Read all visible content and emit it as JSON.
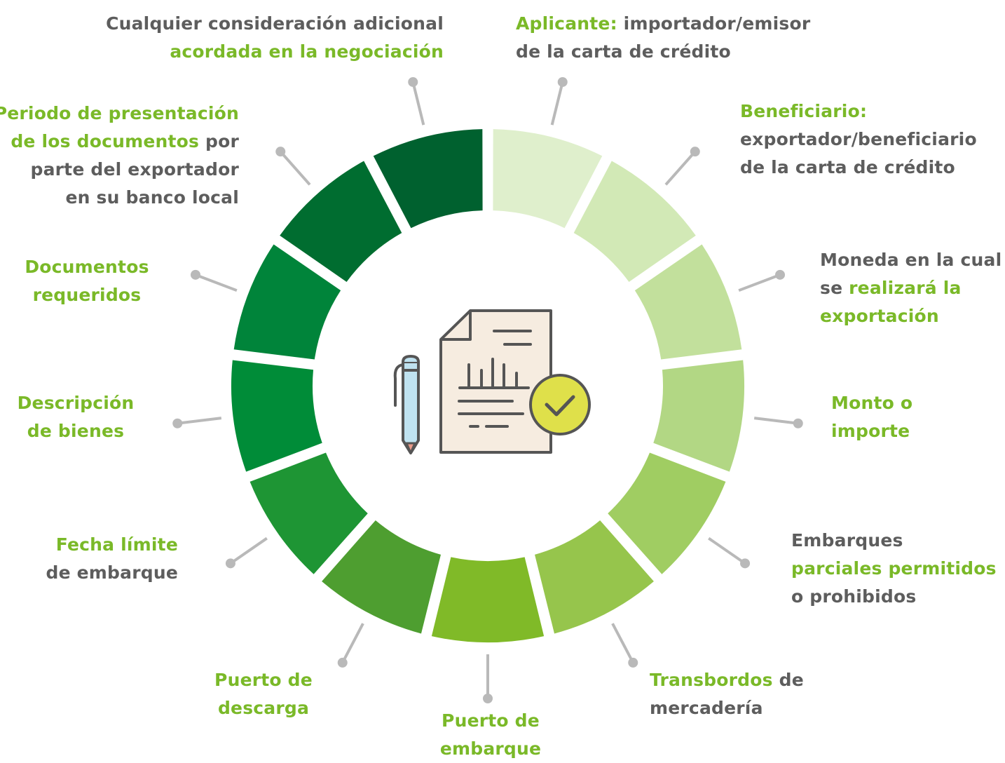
{
  "colors": {
    "label_gray": "#5d5d5d",
    "label_green": "#7ab928",
    "connector": "#b9b9b9",
    "doc_fill": "#f6ece0",
    "doc_stroke": "#555555",
    "pen_fill": "#bfe2f0",
    "pen_tip": "#e79a8a",
    "check_fill": "#dfe04a"
  },
  "segments": [
    {
      "name": "aplicante",
      "color": "#dfefcc"
    },
    {
      "name": "beneficiario",
      "color": "#d2e9b6"
    },
    {
      "name": "moneda",
      "color": "#c2e09c"
    },
    {
      "name": "monto",
      "color": "#b2d784"
    },
    {
      "name": "embarques",
      "color": "#a0cd62"
    },
    {
      "name": "transbordos",
      "color": "#96c54c"
    },
    {
      "name": "puerto-embarque",
      "color": "#80ba28"
    },
    {
      "name": "puerto-descarga",
      "color": "#4e9e30"
    },
    {
      "name": "fecha-limite",
      "color": "#1e9534"
    },
    {
      "name": "descripcion",
      "color": "#008c38"
    },
    {
      "name": "documentos",
      "color": "#00843a"
    },
    {
      "name": "periodo",
      "color": "#006d30"
    },
    {
      "name": "consideracion",
      "color": "#00612f"
    }
  ],
  "center_icon": "document-check-pen-icon",
  "labels": {
    "aplicante": [
      [
        {
          "t": "Aplicante:",
          "g": true
        },
        {
          "t": " importador/emisor",
          "g": false
        }
      ],
      [
        {
          "t": "de la carta de crédito",
          "g": false
        }
      ]
    ],
    "beneficiario": [
      [
        {
          "t": "Beneficiario:",
          "g": true
        }
      ],
      [
        {
          "t": "exportador/beneficiario",
          "g": false
        }
      ],
      [
        {
          "t": "de la carta de crédito",
          "g": false
        }
      ]
    ],
    "moneda": [
      [
        {
          "t": "Moneda en la cual",
          "g": false
        }
      ],
      [
        {
          "t": "se ",
          "g": false
        },
        {
          "t": "realizará la",
          "g": true
        }
      ],
      [
        {
          "t": "exportación",
          "g": true
        }
      ]
    ],
    "monto": [
      [
        {
          "t": "Monto o",
          "g": true
        }
      ],
      [
        {
          "t": "importe",
          "g": true
        }
      ]
    ],
    "embarques": [
      [
        {
          "t": "Embarques",
          "g": false
        }
      ],
      [
        {
          "t": "parciales permitidos",
          "g": true
        }
      ],
      [
        {
          "t": "o prohibidos",
          "g": false
        }
      ]
    ],
    "transbordos": [
      [
        {
          "t": "Transbordos",
          "g": true
        },
        {
          "t": " de",
          "g": false
        }
      ],
      [
        {
          "t": "mercadería",
          "g": false
        }
      ]
    ],
    "puerto_embarque": [
      [
        {
          "t": "Puerto de",
          "g": true
        }
      ],
      [
        {
          "t": "embarque",
          "g": true
        }
      ]
    ],
    "puerto_descarga": [
      [
        {
          "t": "Puerto de",
          "g": true
        }
      ],
      [
        {
          "t": "descarga",
          "g": true
        }
      ]
    ],
    "fecha_limite": [
      [
        {
          "t": "Fecha límite",
          "g": true
        }
      ],
      [
        {
          "t": "de embarque",
          "g": false
        }
      ]
    ],
    "descripcion": [
      [
        {
          "t": "Descripción",
          "g": true
        }
      ],
      [
        {
          "t": "de bienes",
          "g": true
        }
      ]
    ],
    "documentos": [
      [
        {
          "t": "Documentos",
          "g": true
        }
      ],
      [
        {
          "t": "requeridos",
          "g": true
        }
      ]
    ],
    "periodo": [
      [
        {
          "t": "Periodo de presentación",
          "g": true
        }
      ],
      [
        {
          "t": "de los documentos",
          "g": true
        },
        {
          "t": " por",
          "g": false
        }
      ],
      [
        {
          "t": "parte del exportador",
          "g": false
        }
      ],
      [
        {
          "t": "en su banco local",
          "g": false
        }
      ]
    ],
    "consideracion": [
      [
        {
          "t": "Cualquier consideración adicional",
          "g": false
        }
      ],
      [
        {
          "t": "acordada en la negociación",
          "g": true
        }
      ]
    ]
  }
}
